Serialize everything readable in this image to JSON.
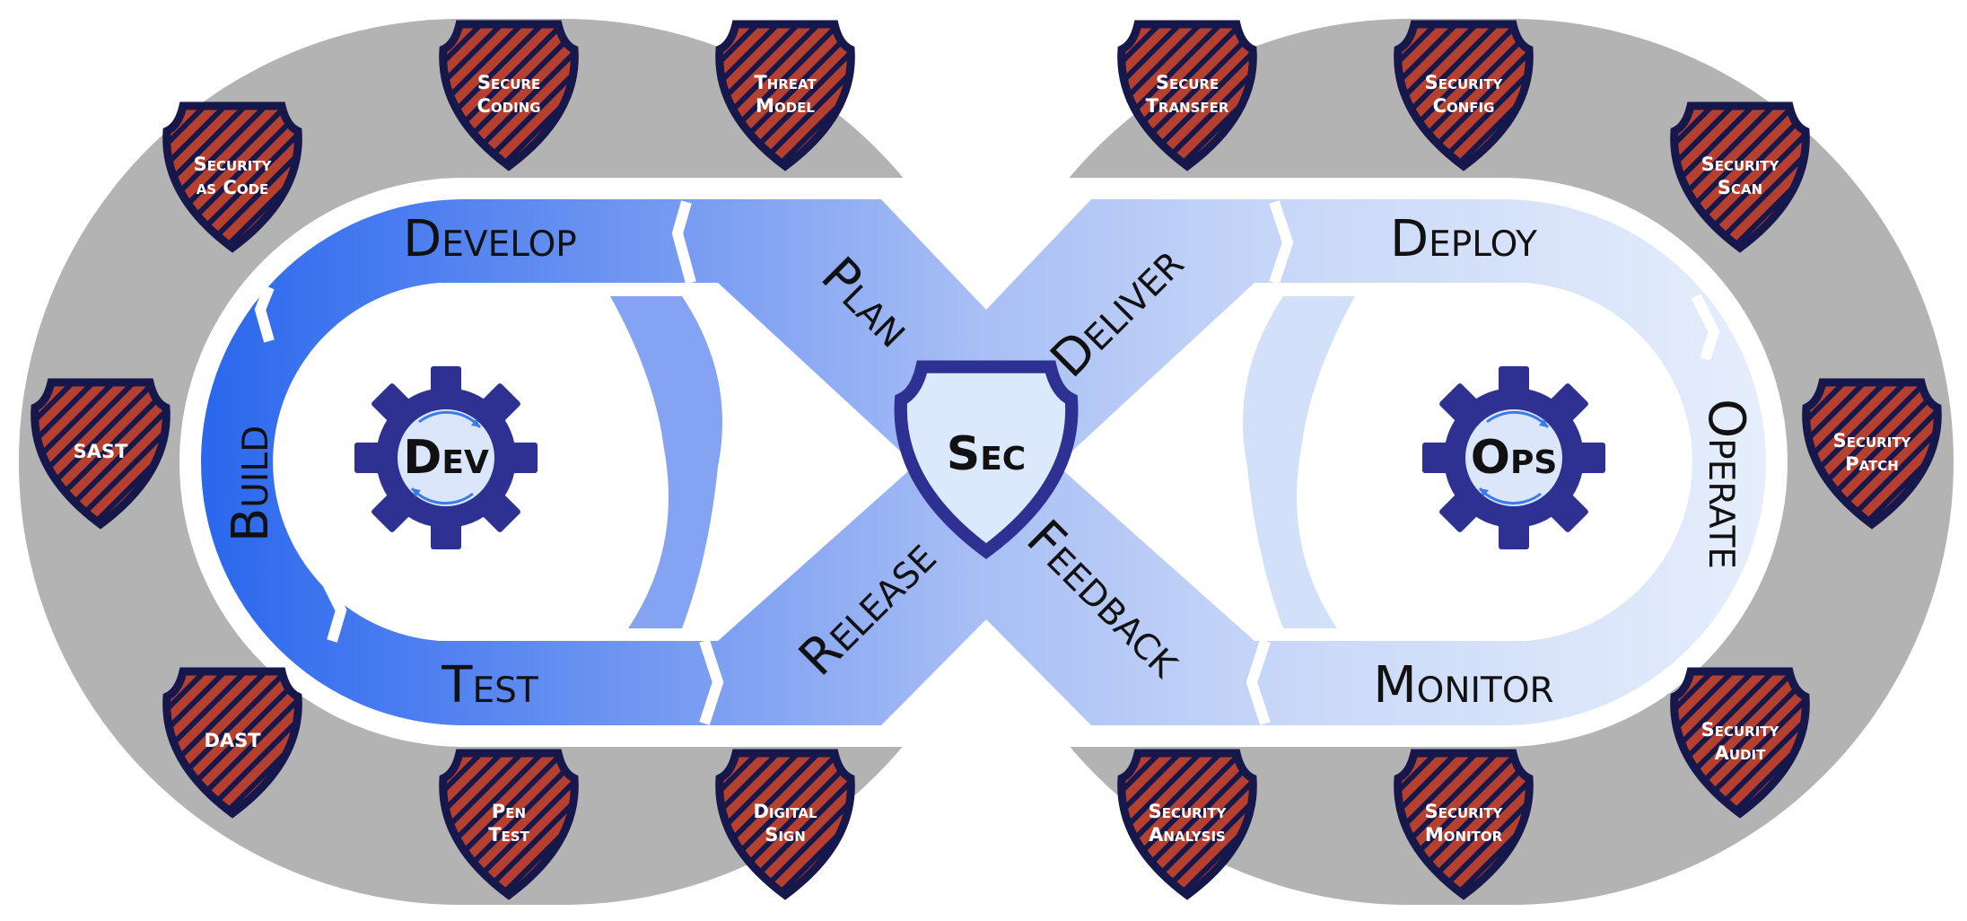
{
  "colors": {
    "outer_ring": "#b3b3b3",
    "band_left": "#2a67ee",
    "band_mid": "#a9bff5",
    "band_right": "#e3ecfc",
    "gear": "#2e3192",
    "shield_stripe_red": "#b5402f",
    "shield_stripe_navy": "#16174a",
    "sec_shield_fill": "#dce8fb"
  },
  "hubs": {
    "dev": "Dev",
    "sec": "Sec",
    "ops": "Ops"
  },
  "phases": {
    "develop": "Develop",
    "plan": "Plan",
    "deliver": "Deliver",
    "deploy": "Deploy",
    "build": "Build",
    "operate": "Operate",
    "test": "Test",
    "release": "Release",
    "feedback": "Feedback",
    "monitor": "Monitor"
  },
  "shields": [
    {
      "line1": "Secure",
      "line2": "Coding"
    },
    {
      "line1": "Threat",
      "line2": "Model"
    },
    {
      "line1": "Secure",
      "line2": "Transfer"
    },
    {
      "line1": "Security",
      "line2": "Config"
    },
    {
      "line1": "Security",
      "line2": "as Code"
    },
    {
      "line1": "Security",
      "line2": "Scan"
    },
    {
      "line1": "SAST",
      "line2": ""
    },
    {
      "line1": "Security",
      "line2": "Patch"
    },
    {
      "line1": "DAST",
      "line2": ""
    },
    {
      "line1": "Security",
      "line2": "Audit"
    },
    {
      "line1": "Pen",
      "line2": "Test"
    },
    {
      "line1": "Digital",
      "line2": "Sign"
    },
    {
      "line1": "Security",
      "line2": "Analysis"
    },
    {
      "line1": "Security",
      "line2": "Monitor"
    }
  ]
}
